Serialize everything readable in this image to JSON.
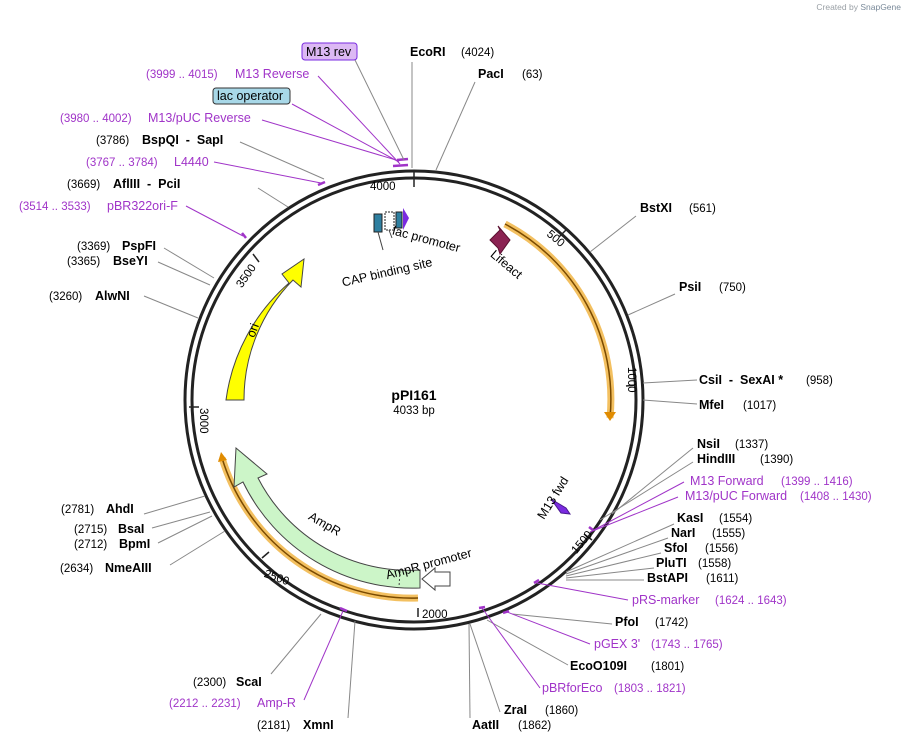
{
  "credit": {
    "prefix": "Created by",
    "brand": "SnapGene"
  },
  "plasmid": {
    "name": "pPI161",
    "size_label": "4033 bp",
    "length": 4033
  },
  "ticks": [
    "500",
    "1000",
    "1500",
    "2000",
    "2500",
    "3000",
    "3500",
    "4000"
  ],
  "sites": [
    {
      "name": "EcoRI",
      "pos": "(4024)"
    },
    {
      "name": "PacI",
      "pos": "(63)"
    },
    {
      "name": "BstXI",
      "pos": "(561)"
    },
    {
      "name": "PsiI",
      "pos": "(750)"
    },
    {
      "name": "CsiI  -  SexAI *",
      "pos": "(958)"
    },
    {
      "name": "MfeI",
      "pos": "(1017)"
    },
    {
      "name": "NsiI",
      "pos": "(1337)"
    },
    {
      "name": "HindIII",
      "pos": "(1390)"
    },
    {
      "name": "KasI",
      "pos": "(1554)"
    },
    {
      "name": "NarI",
      "pos": "(1555)"
    },
    {
      "name": "SfoI",
      "pos": "(1556)"
    },
    {
      "name": "PluTI",
      "pos": "(1558)"
    },
    {
      "name": "BstAPI",
      "pos": "(1611)"
    },
    {
      "name": "PfoI",
      "pos": "(1742)"
    },
    {
      "name": "EcoO109I",
      "pos": "(1801)"
    },
    {
      "name": "ZraI",
      "pos": "(1860)"
    },
    {
      "name": "AatII",
      "pos": "(1862)"
    },
    {
      "name": "XmnI",
      "pos": "(2181)"
    },
    {
      "name": "ScaI",
      "pos": "(2300)"
    },
    {
      "name": "NmeAIII",
      "pos": "(2634)"
    },
    {
      "name": "BpmI",
      "pos": "(2712)"
    },
    {
      "name": "BsaI",
      "pos": "(2715)"
    },
    {
      "name": "AhdI",
      "pos": "(2781)"
    },
    {
      "name": "AlwNI",
      "pos": "(3260)"
    },
    {
      "name": "BseYI",
      "pos": "(3365)"
    },
    {
      "name": "PspFI",
      "pos": "(3369)"
    },
    {
      "name": "pBR322ori-F",
      "pos": "(3514 .. 3533)"
    },
    {
      "name": "AflIII  -  PciI",
      "pos": "(3669)"
    },
    {
      "name": "L4440",
      "pos": "(3767 .. 3784)"
    },
    {
      "name": "BspQI  -  SapI",
      "pos": "(3786)"
    },
    {
      "name": "M13/pUC Reverse",
      "pos": "(3980 .. 4002)"
    },
    {
      "name": "lac operator",
      "pos": ""
    },
    {
      "name": "M13 Reverse",
      "pos": "(3999 .. 4015)"
    },
    {
      "name": "M13 rev",
      "pos": ""
    },
    {
      "name": "M13 Forward",
      "pos": "(1399 .. 1416)"
    },
    {
      "name": "M13/pUC Forward",
      "pos": "(1408 .. 1430)"
    },
    {
      "name": "pRS-marker",
      "pos": "(1624 .. 1643)"
    },
    {
      "name": "pGEX 3'",
      "pos": "(1743 .. 1765)"
    },
    {
      "name": "pBRforEco",
      "pos": "(1803 .. 1821)"
    },
    {
      "name": "Amp-R",
      "pos": "(2212 .. 2231)"
    }
  ],
  "features": [
    {
      "name": "Lifeact",
      "color": "#8b2252"
    },
    {
      "name": "ori",
      "color": "#ffff00"
    },
    {
      "name": "AmpR",
      "color": "#ccf5c8"
    },
    {
      "name": "AmpR promoter",
      "color": "#ffffff"
    },
    {
      "name": "lac promoter",
      "color": "#ffffff"
    },
    {
      "name": "CAP binding site",
      "color": "#2e7fa0"
    },
    {
      "name": "M13 fwd",
      "color": "#7a2be0"
    }
  ],
  "colors": {
    "primer": "#a034c8",
    "orf": "#f0a830",
    "backbone": "#222222"
  }
}
